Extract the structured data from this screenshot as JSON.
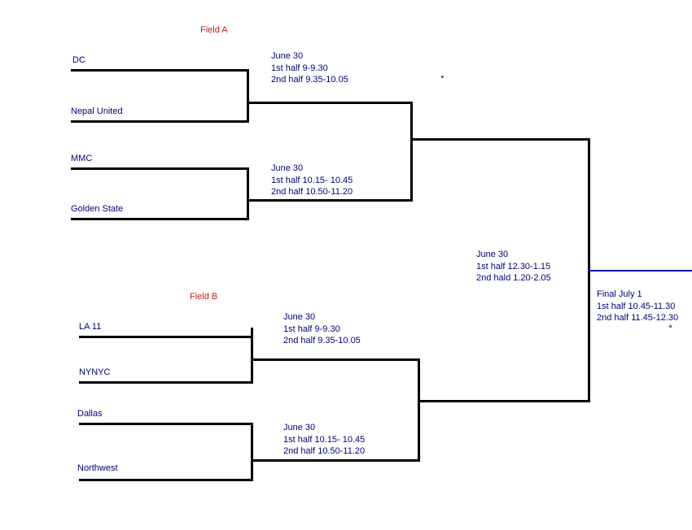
{
  "fields": {
    "a": {
      "label": "Field A"
    },
    "b": {
      "label": "Field B"
    }
  },
  "teams": {
    "dc": "DC",
    "nepal_united": "Nepal United",
    "mmc": "MMC",
    "golden_state": "Golden State",
    "la11": "LA 11",
    "nynyc": "NYNYC",
    "dallas": "Dallas",
    "northwest": "Northwest"
  },
  "matches": {
    "a_qf1": {
      "date": "June 30",
      "first_half": "1st half 9-9.30",
      "second_half": "2nd half 9.35-10.05"
    },
    "a_qf2": {
      "date": "June 30",
      "first_half": "1st half 10.15- 10.45",
      "second_half": "2nd half 10.50-11.20"
    },
    "b_qf1": {
      "date": "June 30",
      "first_half": "1st half 9-9.30",
      "second_half": "2nd half 9.35-10.05"
    },
    "b_qf2": {
      "date": "June 30",
      "first_half": "1st half 10.15- 10.45",
      "second_half": "2nd half 10.50-11.20"
    },
    "semifinal": {
      "date": "June 30",
      "first_half": "1st half 12.30-1.15",
      "second_half": "2nd hald 1.20-2.05"
    },
    "final": {
      "date": "Final July 1",
      "first_half": "1st half 10.45-11.30",
      "second_half": "2nd half 11.45-12.30"
    }
  },
  "colors": {
    "team_text": "#00007f",
    "field_title": "#c11b1b",
    "bracket_line": "#000000",
    "final_line": "#0a0aa8"
  }
}
